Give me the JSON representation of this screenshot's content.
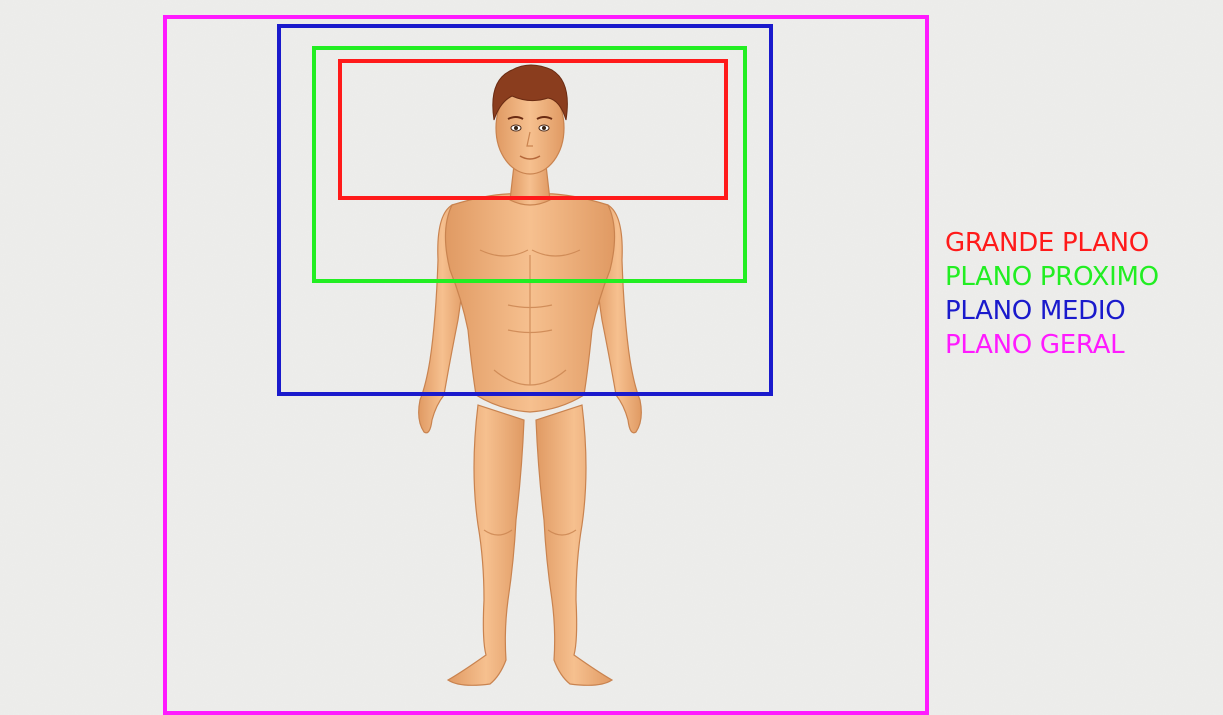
{
  "diagram": {
    "legend": [
      {
        "label": "GRANDE PLANO",
        "color": "#ff1a1a"
      },
      {
        "label": "PLANO PROXIMO",
        "color": "#22ee22"
      },
      {
        "label": "PLANO MEDIO",
        "color": "#1a1acc"
      },
      {
        "label": "PLANO GERAL",
        "color": "#ff1aff"
      }
    ],
    "figure": {
      "subject": "human-figure",
      "skin_color": "#f0b684",
      "skin_shadow_color": "#d9935e",
      "hair_color": "#8a3d1e"
    },
    "background_color": "#eeeeec"
  }
}
